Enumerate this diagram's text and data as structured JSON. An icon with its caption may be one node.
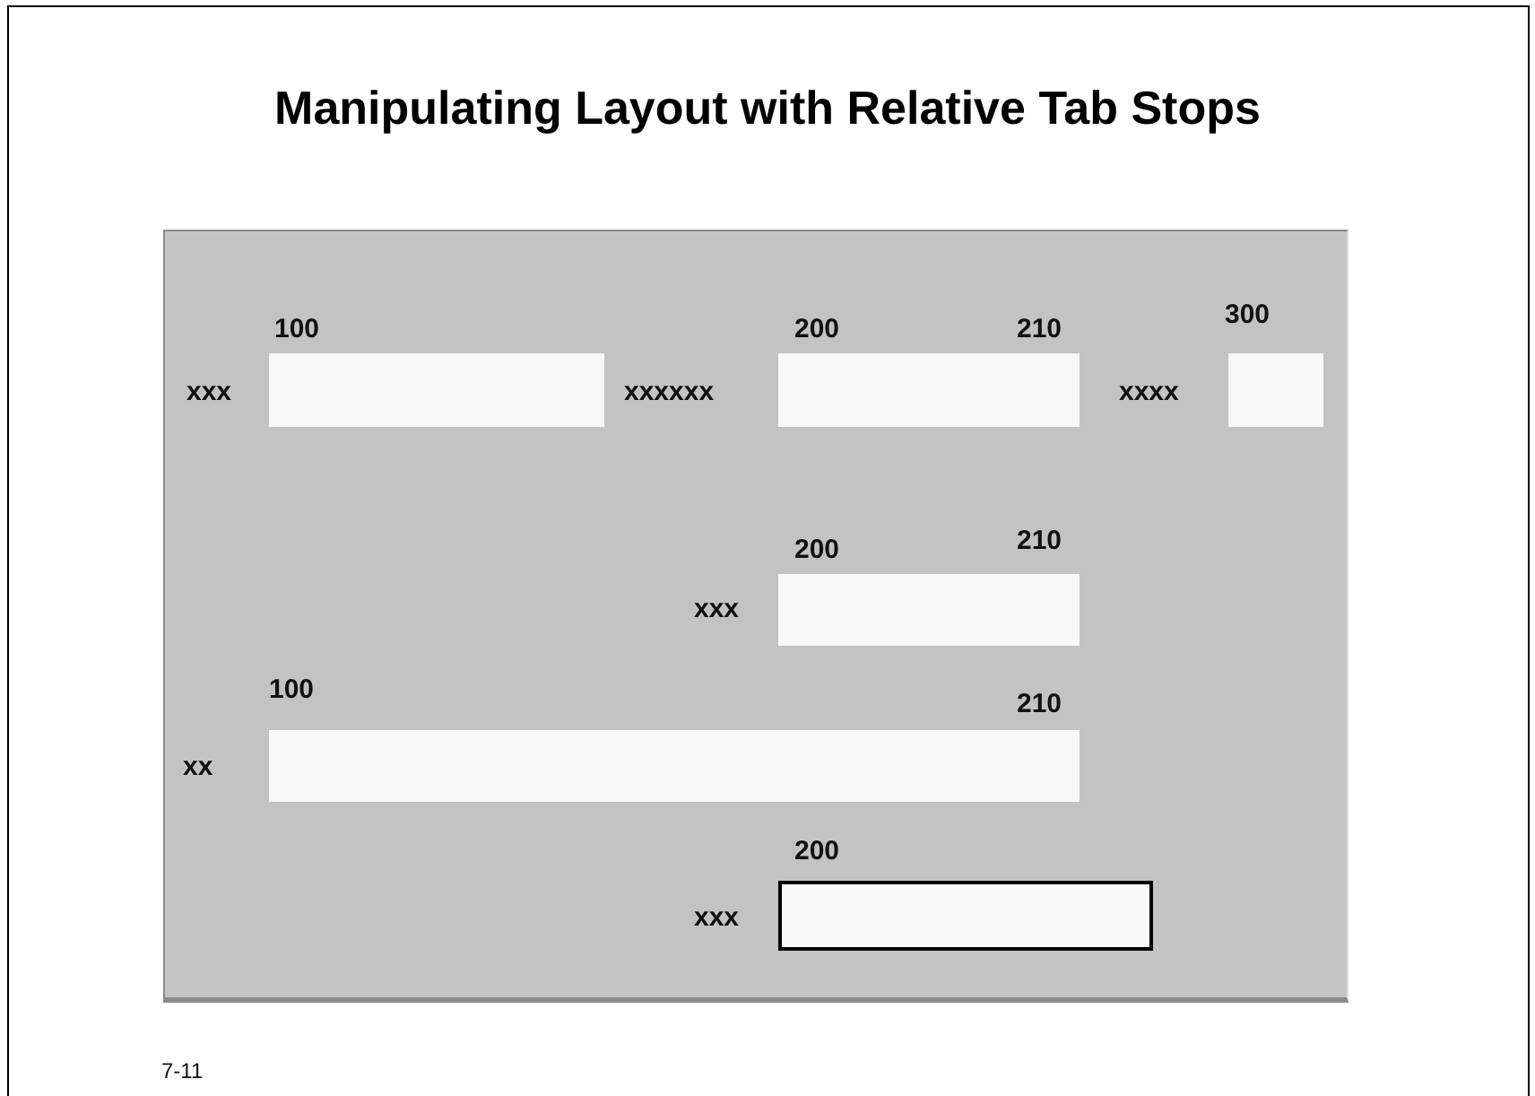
{
  "diagram": {
    "title": "Manipulating Layout with Relative Tab Stops",
    "nodes": [
      {
        "text": [],
        "shape": "box"
      },
      {
        "text": [],
        "shape": "box",
        "in": 0
      },
      {
        "text": [],
        "shape": "box",
        "in": 0
      },
      {
        "text": [],
        "shape": "box",
        "in": 0
      },
      {
        "text": [],
        "shape": "box",
        "in": 0
      },
      {
        "text": [],
        "shape": "box",
        "in": 0
      },
      {
        "text": [],
        "shape": "box",
        "in": 0
      }
    ],
    "labels": [
      "300",
      "100",
      "200",
      "210",
      "xxx",
      "xxxxxx",
      "xxxx",
      "200",
      "210",
      "xxx",
      "100",
      "210",
      "xx",
      "200",
      "xxx",
      "7-11"
    ]
  }
}
